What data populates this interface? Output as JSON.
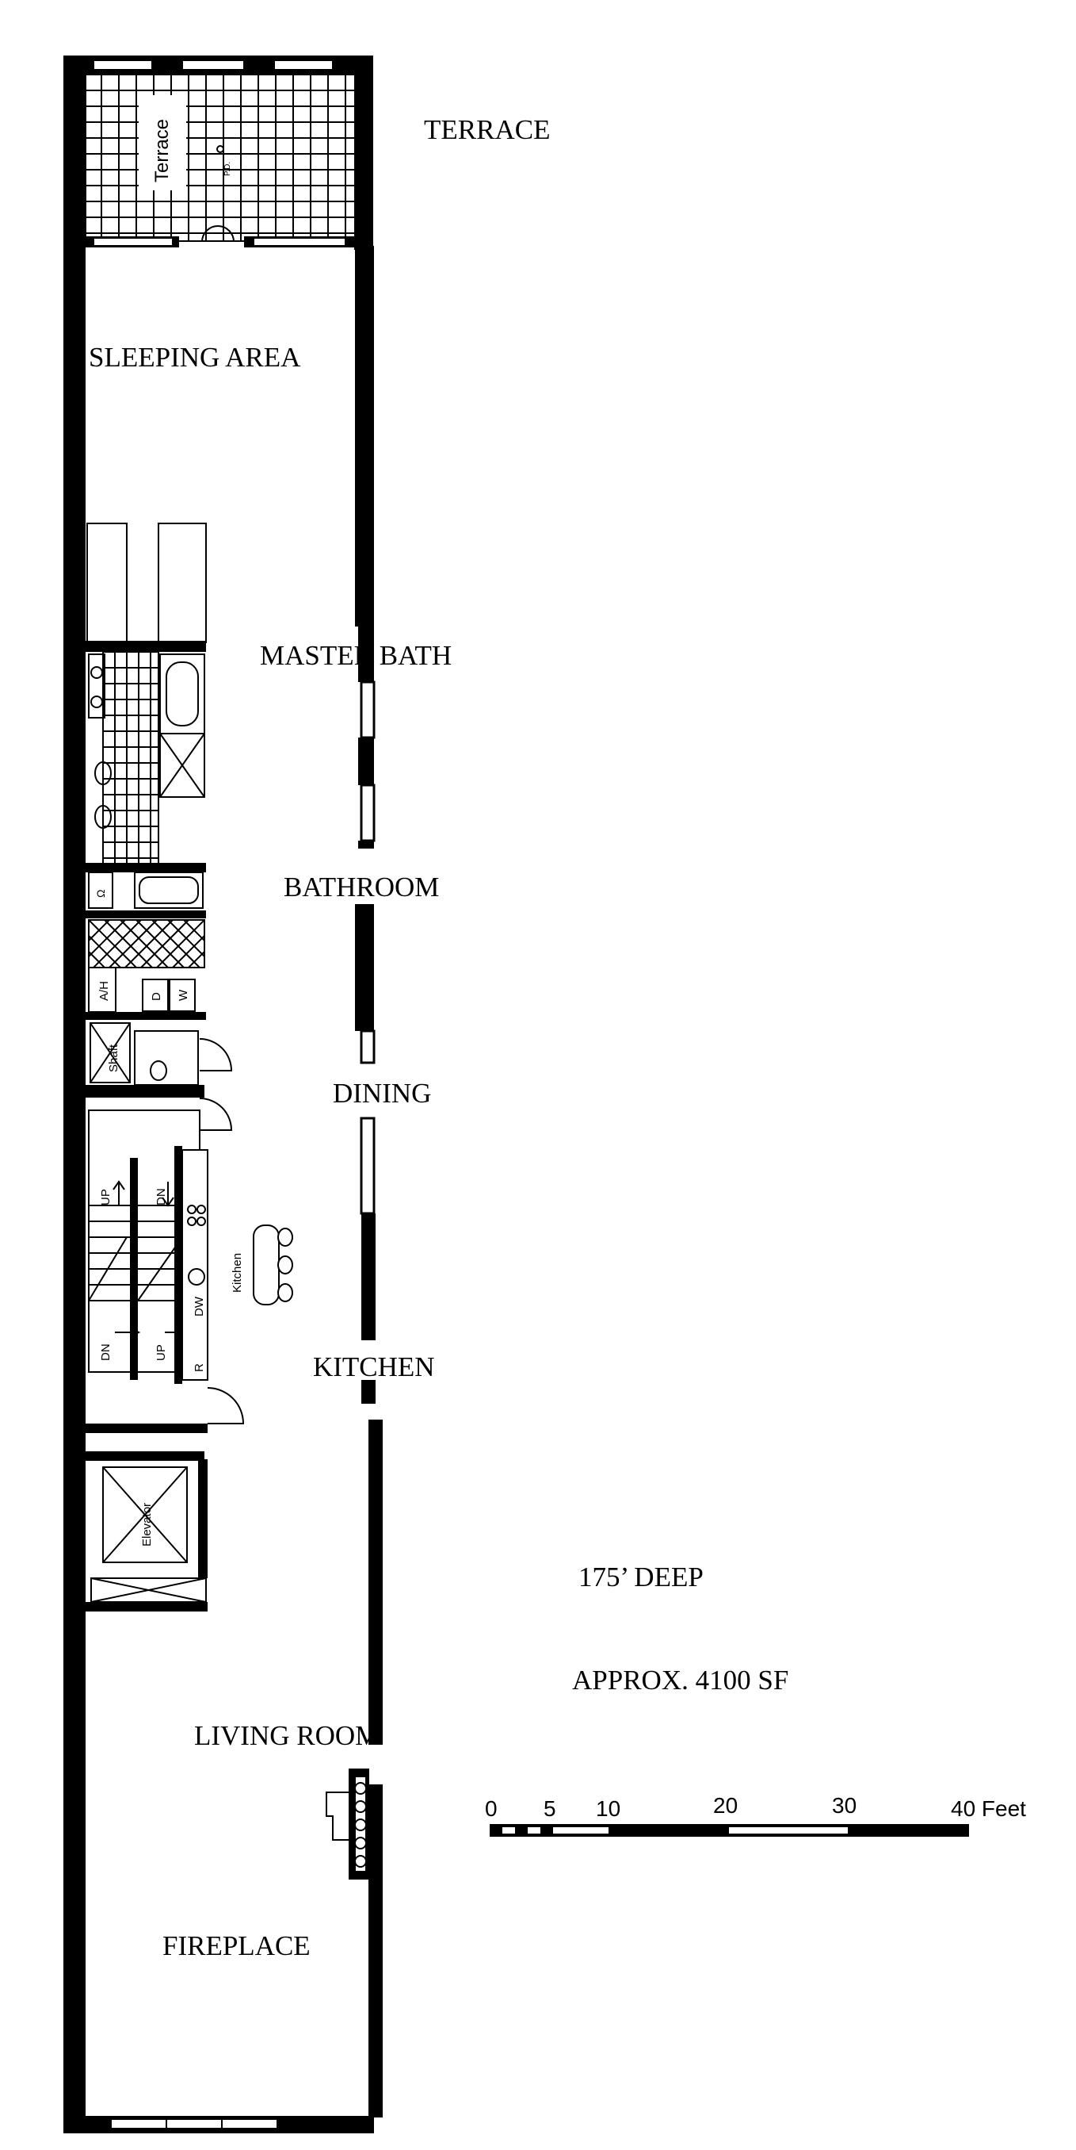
{
  "rooms": {
    "terrace": "TERRACE",
    "sleeping_area": "SLEEPING AREA",
    "master_bath": "MASTER BATH",
    "bathroom": "BATHROOM",
    "dining": "DINING",
    "kitchen": "KITCHEN",
    "living_room": "LIVING ROOM",
    "fireplace": "FIREPLACE"
  },
  "fixtures": {
    "terrace_inner": "Terrace",
    "pd": "P.D.",
    "ah": "A/H",
    "dryer": "D",
    "washer": "W",
    "shaft": "Shaft",
    "up": "UP",
    "dn": "DN",
    "dw": "DW",
    "kitchen_inner": "Kitchen",
    "refrigerator": "R",
    "elevator": "Elevator"
  },
  "info": {
    "depth": "175’ DEEP",
    "area": "APPROX. 4100 SF"
  },
  "scale": {
    "labels": [
      "0",
      "5",
      "10",
      "20",
      "30",
      "40 Feet"
    ]
  }
}
